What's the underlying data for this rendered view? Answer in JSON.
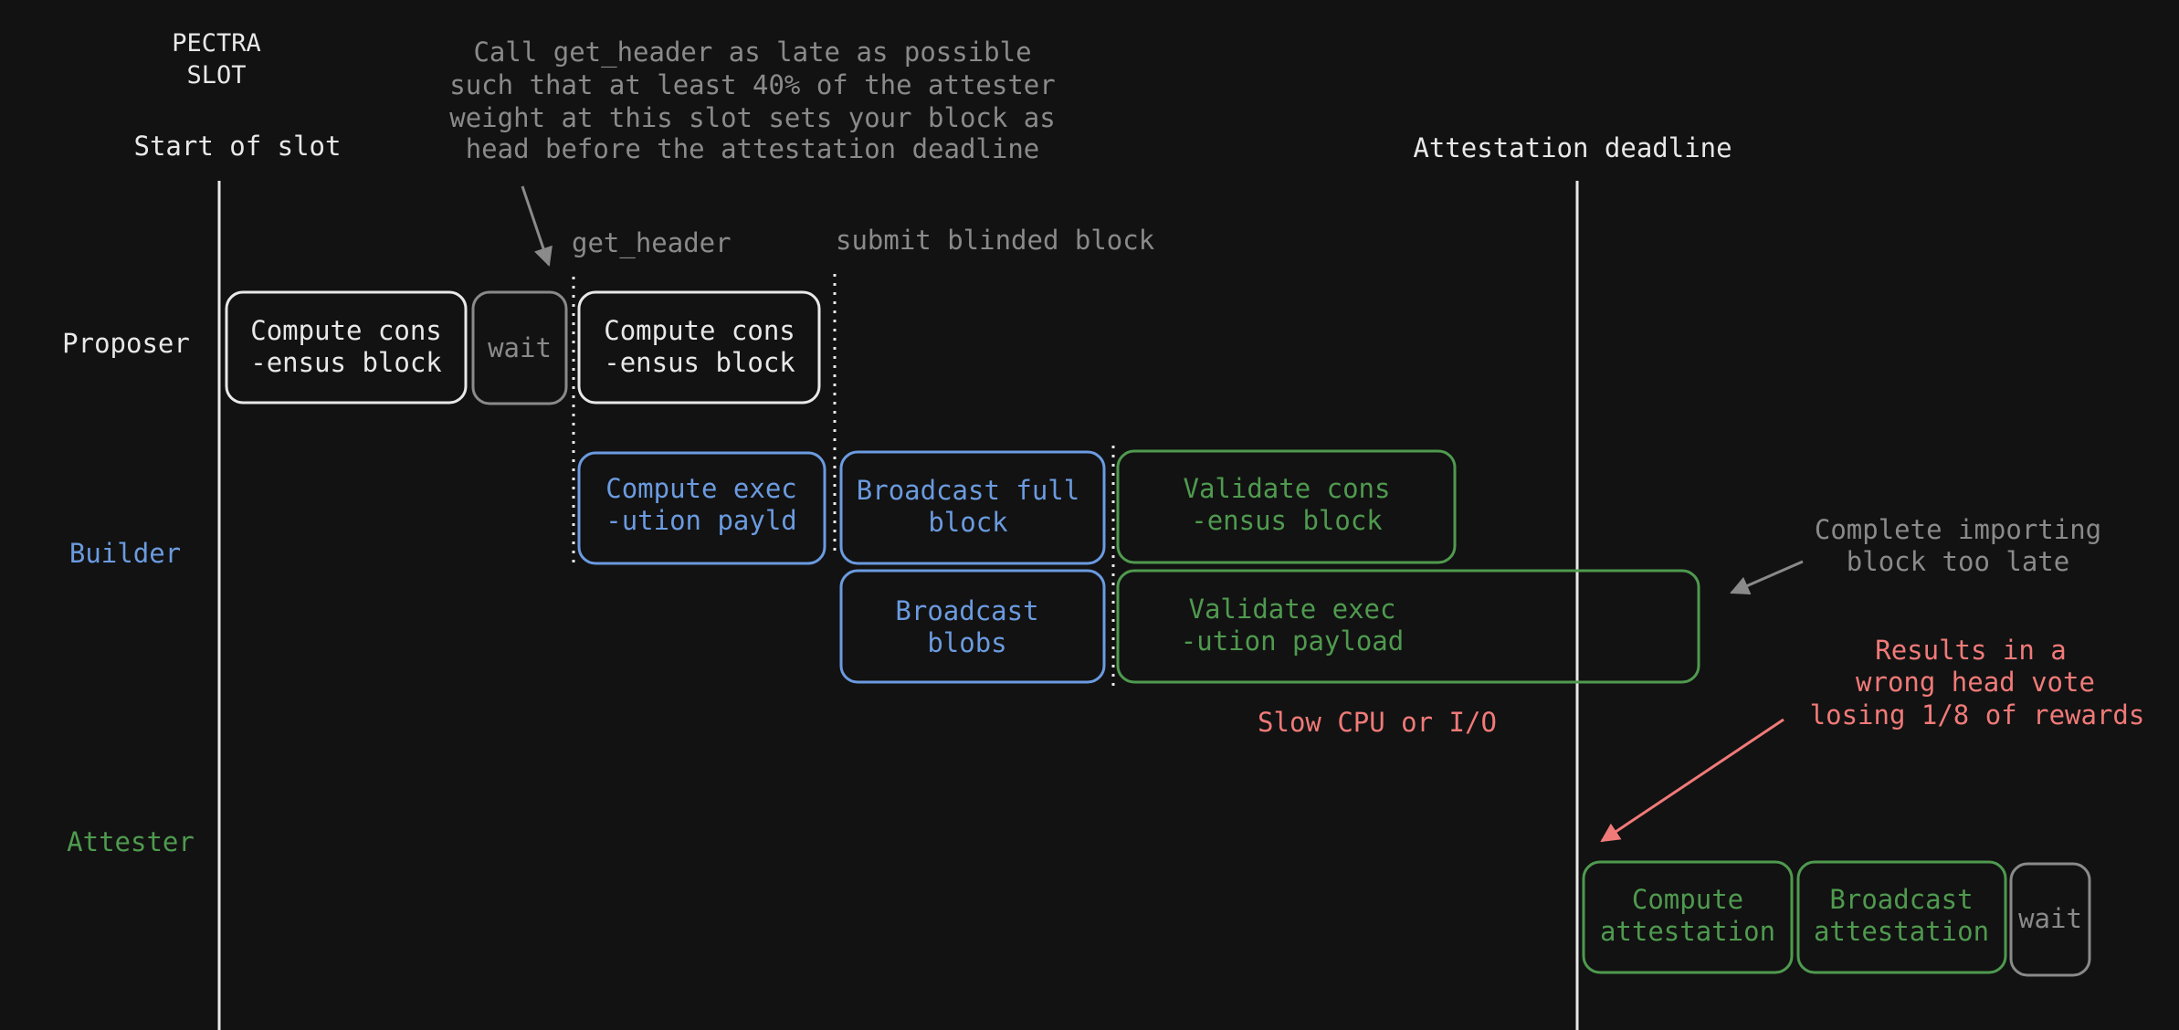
{
  "header": {
    "title_line1": "PECTRA",
    "title_line2": "SLOT",
    "start_of_slot": "Start of slot",
    "attestation_deadline": "Attestation deadline"
  },
  "notes": {
    "get_header_note": [
      "Call get_header as late as possible",
      "such that at least 40% of the attester",
      "weight at this slot sets your block as",
      "head before the attestation deadline"
    ],
    "importing_note": [
      "Complete importing",
      "block too late"
    ],
    "results_note": [
      "Results in a",
      "wrong head vote",
      "losing 1/8 of rewards"
    ],
    "slow_cpu": "Slow CPU or I/O"
  },
  "markers": {
    "get_header": "get_header",
    "submit_blinded_block": "submit blinded block"
  },
  "rows": {
    "proposer": "Proposer",
    "builder": "Builder",
    "attester": "Attester"
  },
  "boxes": {
    "proposer_compute_1": [
      "Compute cons",
      "-ensus block"
    ],
    "proposer_wait": [
      "wait"
    ],
    "proposer_compute_2": [
      "Compute cons",
      "-ensus block"
    ],
    "builder_compute_exec": [
      "Compute exec",
      "-ution payld"
    ],
    "builder_broadcast_full": [
      "Broadcast full",
      "block"
    ],
    "builder_broadcast_blobs": [
      "Broadcast",
      "blobs"
    ],
    "validate_consensus": [
      "Validate cons",
      "-ensus block"
    ],
    "validate_execution": [
      "Validate exec",
      "-ution payload"
    ],
    "attester_compute": [
      "Compute",
      "attestation"
    ],
    "attester_broadcast": [
      "Broadcast",
      "attestation"
    ],
    "attester_wait": [
      "wait"
    ]
  },
  "colors": {
    "background": "#121212",
    "white": "#e8e8e8",
    "gray": "#8a8a8a",
    "blue": "#6b9be0",
    "green": "#4f9a4f",
    "red": "#f07a78"
  }
}
